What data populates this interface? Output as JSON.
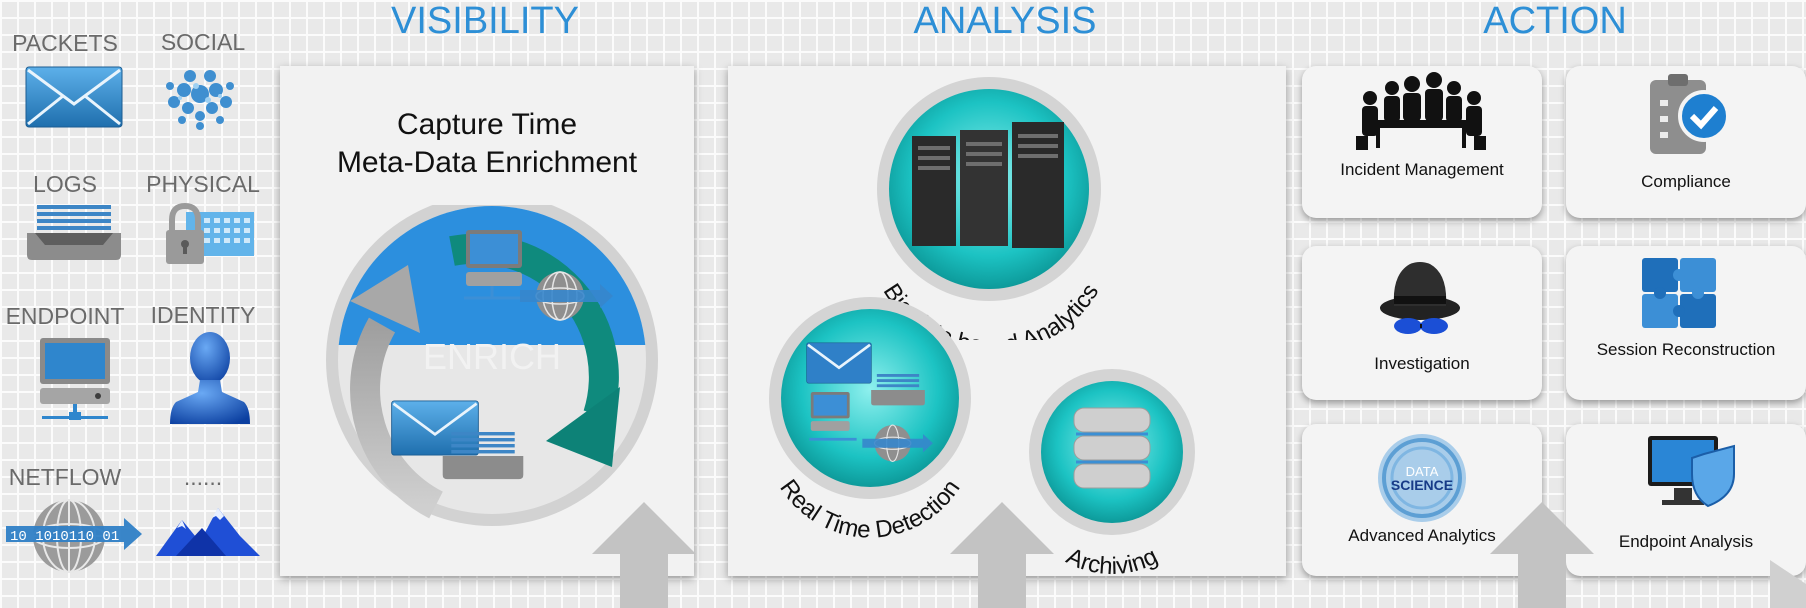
{
  "headers": {
    "visibility": "VISIBILITY",
    "analysis": "ANALYSIS",
    "action": "ACTION"
  },
  "sources": [
    {
      "label": "PACKETS",
      "icon": "envelope-icon"
    },
    {
      "label": "SOCIAL",
      "icon": "social-cloud-icon"
    },
    {
      "label": "LOGS",
      "icon": "log-tray-icon"
    },
    {
      "label": "PHYSICAL",
      "icon": "padlock-keypad-icon"
    },
    {
      "label": "ENDPOINT",
      "icon": "computer-icon"
    },
    {
      "label": "IDENTITY",
      "icon": "person-bust-icon"
    },
    {
      "label": "NETFLOW",
      "icon": "globe-binary-icon"
    },
    {
      "label": "......",
      "icon": "mountains-icon"
    }
  ],
  "visibility_panel": {
    "title_line1": "Capture Time",
    "title_line2": "Meta-Data Enrichment",
    "center_label": "ENRICH"
  },
  "analysis_panel": {
    "big_data_label": "Big data based Analytics",
    "realtime_label": "Real Time Detection",
    "archiving_label": "Archiving"
  },
  "action_cards": [
    {
      "label": "Incident Management",
      "icon": "meeting-silhouette-icon"
    },
    {
      "label": "Compliance",
      "icon": "clipboard-check-icon"
    },
    {
      "label": "Investigation",
      "icon": "detective-hat-icon"
    },
    {
      "label": "Session Reconstruction",
      "icon": "puzzle-icon"
    },
    {
      "label": "Advanced Analytics",
      "icon": "data-science-badge-icon"
    },
    {
      "label": "Endpoint Analysis",
      "icon": "monitor-shield-icon"
    }
  ],
  "data_science_badge": {
    "line1": "DATA",
    "line2": "SCIENCE"
  },
  "colors": {
    "accent_blue": "#2d8fd6",
    "teal": "#1fb7b7",
    "arrow_gray": "#c3c3c3",
    "dark_teal": "#0d8277"
  }
}
